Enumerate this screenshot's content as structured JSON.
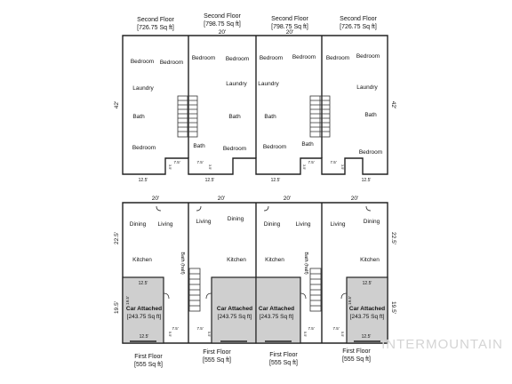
{
  "watermark": "INTERMOUNTAIN",
  "second_floor": {
    "headers": [
      {
        "title": "Second Floor",
        "area": "[726.75 Sq ft]"
      },
      {
        "title": "Second Floor",
        "area": "[798.75 Sq ft]"
      },
      {
        "title": "Second Floor",
        "area": "[798.75 Sq ft]"
      },
      {
        "title": "Second Floor",
        "area": "[726.75 Sq ft]"
      }
    ],
    "top_dims": [
      "20'",
      "20'"
    ],
    "side_dims": [
      "42'",
      "42'"
    ],
    "bottom_dims": [
      "12.5'",
      "12.5'",
      "12.5'",
      "12.5'"
    ],
    "notch_dims": [
      "7.5'",
      "7.5'",
      "7.5'",
      "7.5'"
    ],
    "notch_side_dims": [
      "3.5'",
      "3.5'",
      "3.5'",
      "3.5'"
    ],
    "rooms": {
      "u1": [
        "Bedroom",
        "Bedroom",
        "Laundry",
        "Bath",
        "Bedroom"
      ],
      "u2": [
        "Bedroom",
        "Bedroom",
        "Laundry",
        "Bath",
        "Bath",
        "Bedroom"
      ],
      "u3": [
        "Bedroom",
        "Bedroom",
        "Laundry",
        "Bath",
        "Bedroom",
        "Bath"
      ],
      "u4": [
        "Bedroom",
        "Bedroom",
        "Laundry",
        "Bath",
        "Bedroom"
      ]
    }
  },
  "first_floor": {
    "top_dims": [
      "20'",
      "20'",
      "20'",
      "20'"
    ],
    "side_dims": [
      "22.5'",
      "22.5'",
      "19.5'",
      "19.5'"
    ],
    "rooms": {
      "u1": [
        "Dining",
        "Living",
        "Kitchen"
      ],
      "u2": [
        "Living",
        "Dining",
        "Kitchen",
        "Bath (half)"
      ],
      "u3": [
        "Dining",
        "Living",
        "Kitchen",
        "Bath (half)"
      ],
      "u4": [
        "Living",
        "Dining",
        "Kitchen"
      ]
    },
    "garages": [
      {
        "name": "Car Attached",
        "area": "[243.75 Sq ft]"
      },
      {
        "name": "Car Attached",
        "area": "[243.75 Sq ft]"
      },
      {
        "name": "Car Attached",
        "area": "[243.75 Sq ft]"
      },
      {
        "name": "Car Attached",
        "area": "[243.75 Sq ft]"
      }
    ],
    "garage_dims": [
      "12.5'",
      "12.5'",
      "12.5'",
      "12.5'"
    ],
    "garage_side_dims": [
      "19.5'",
      "19.5'"
    ],
    "small_dims": [
      "7.5'",
      "7.5'",
      "7.5'",
      "7.5'",
      "5.5'",
      "5.5'",
      "5.5'",
      "5.5'"
    ],
    "footers": [
      {
        "title": "First Floor",
        "area": "[555 Sq ft]"
      },
      {
        "title": "First Floor",
        "area": "[555 Sq ft]"
      },
      {
        "title": "First Floor",
        "area": "[555 Sq ft]"
      },
      {
        "title": "First Floor",
        "area": "[555 Sq ft]"
      }
    ]
  }
}
